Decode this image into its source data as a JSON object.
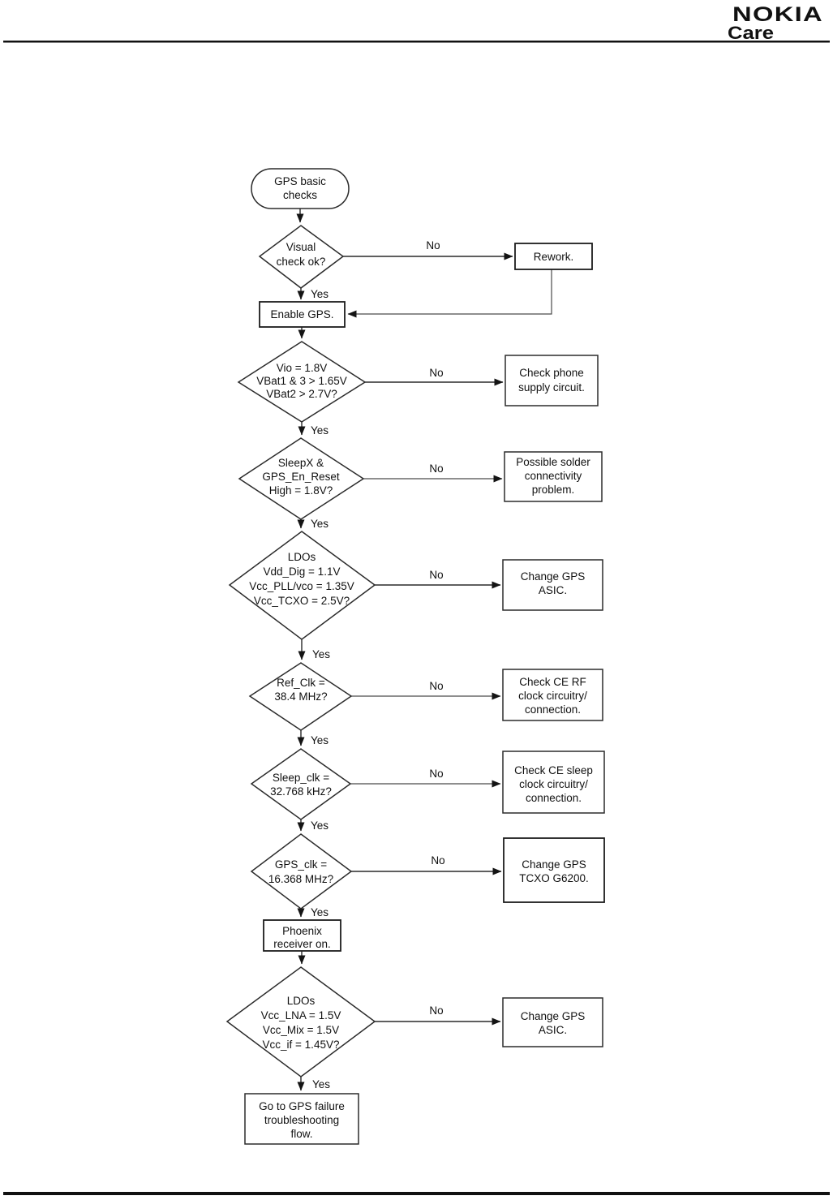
{
  "header": {
    "brand": "NOKIA",
    "brand_sub": "Care"
  },
  "colors": {
    "nokia_blue": "#0F4FA5",
    "care_green": "#5CB233",
    "ink": "#111111"
  },
  "fc": {
    "yes": "Yes",
    "no": "No",
    "start": [
      "GPS basic",
      "checks"
    ],
    "visual": [
      "Visual",
      "check ok?"
    ],
    "rework": [
      "Rework."
    ],
    "enable": [
      "Enable GPS."
    ],
    "vio": [
      "Vio = 1.8V",
      "VBat1 & 3 > 1.65V",
      "VBat2 > 2.7V?"
    ],
    "check_phone": [
      "Check phone",
      "supply circuit."
    ],
    "sleepx": [
      "SleepX &",
      "GPS_En_Reset",
      "High = 1.8V?"
    ],
    "solder": [
      "Possible solder",
      "connectivity",
      "problem."
    ],
    "ldos1": [
      "LDOs",
      "Vdd_Dig = 1.1V",
      "Vcc_PLL/vco = 1.35V",
      "Vcc_TCXO = 2.5V?"
    ],
    "asic1": [
      "Change GPS",
      "ASIC."
    ],
    "refclk": [
      "Ref_Clk =",
      "38.4 MHz?"
    ],
    "ce_rf": [
      "Check CE RF",
      "clock circuitry/",
      "connection."
    ],
    "sleepclk": [
      "Sleep_clk =",
      "32.768 kHz?"
    ],
    "ce_sleep": [
      "Check CE sleep",
      "clock circuitry/",
      "connection."
    ],
    "gpsclk": [
      "GPS_clk =",
      "16.368 MHz?"
    ],
    "tcxo": [
      "Change GPS",
      "TCXO G6200."
    ],
    "phoenix": [
      "Phoenix",
      "receiver on."
    ],
    "ldos2": [
      "LDOs",
      "Vcc_LNA = 1.5V",
      "Vcc_Mix = 1.5V",
      "Vcc_if = 1.45V?"
    ],
    "asic2": [
      "Change GPS",
      "ASIC."
    ],
    "goto_flow": [
      "Go to GPS failure",
      "troubleshooting",
      "flow."
    ]
  }
}
